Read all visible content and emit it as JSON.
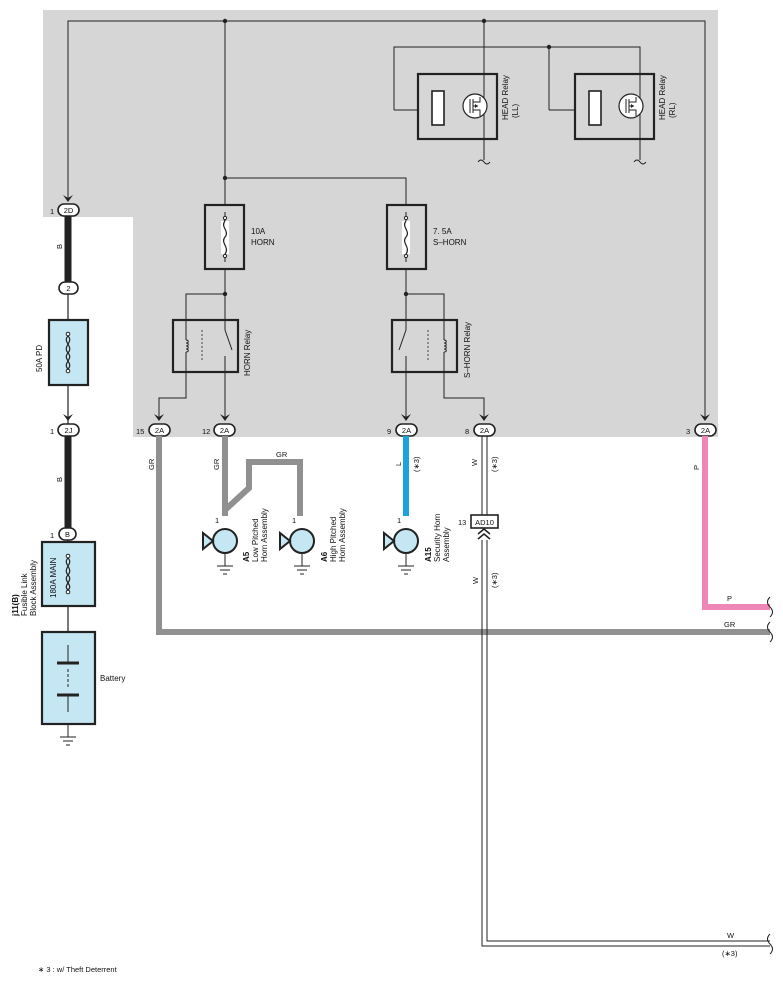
{
  "components": {
    "fuse_10a": {
      "rating": "10A",
      "name": "HORN"
    },
    "fuse_7_5a": {
      "rating": "7. 5A",
      "name": "S–HORN"
    },
    "horn_relay": "HORN Relay",
    "s_horn_relay": "S–HORN Relay",
    "head_relay_ll": {
      "name": "HEAD Relay",
      "sub": "(LL)"
    },
    "head_relay_rl": {
      "name": "HEAD Relay",
      "sub": "(RL)"
    },
    "fuse_50a": "50A PD",
    "fuse_180a": "180A MAIN",
    "fusible_link": {
      "id": "j11(B)",
      "line1": "Fusible Link",
      "line2": "Block Assembly"
    },
    "battery": "Battery",
    "horn_a5": {
      "id": "A5",
      "line1": "Low Pitched",
      "line2": "Horn Assembly"
    },
    "horn_a6": {
      "id": "A6",
      "line1": "High Pitched",
      "line2": "Horn Assembly"
    },
    "horn_a15": {
      "id": "A15",
      "line1": "Security Horn",
      "line2": "Assembly"
    }
  },
  "connectors": {
    "c2d": {
      "pin": "1",
      "id": "2D"
    },
    "c2": {
      "id": "2"
    },
    "c2j": {
      "pin": "1",
      "id": "2J"
    },
    "cb": {
      "pin": "1",
      "id": "B"
    },
    "c2a_15": {
      "pin": "15",
      "id": "2A"
    },
    "c2a_12": {
      "pin": "12",
      "id": "2A"
    },
    "c2a_9": {
      "pin": "9",
      "id": "2A"
    },
    "c2a_8": {
      "pin": "8",
      "id": "2A"
    },
    "c2a_3": {
      "pin": "3",
      "id": "2A"
    },
    "ad10": {
      "pin": "13",
      "id": "AD10"
    },
    "horn_pin": "1"
  },
  "wires": {
    "b1": "B",
    "b2": "B",
    "gr15": "GR",
    "gr12": "GR",
    "gr_bridge": "GR",
    "l9": "L",
    "l9_note": "(∗3)",
    "w8": "W",
    "w8_note": "(∗3)",
    "w_ad10": "W",
    "w_ad10_note": "(∗3)",
    "p3": "P",
    "out_p": "P",
    "out_gr": "GR",
    "out_w": "W",
    "out_w_note": "(∗3)"
  },
  "colors": {
    "box_gray": "#d6d6d6",
    "component_fill": "#c5e6f3",
    "wire_gr": "#909090",
    "wire_l": "#1aa3dd",
    "wire_p": "#ee86b8",
    "wire_b": "#222222"
  },
  "footnote": "∗ 3 : w/ Theft Deterrent"
}
